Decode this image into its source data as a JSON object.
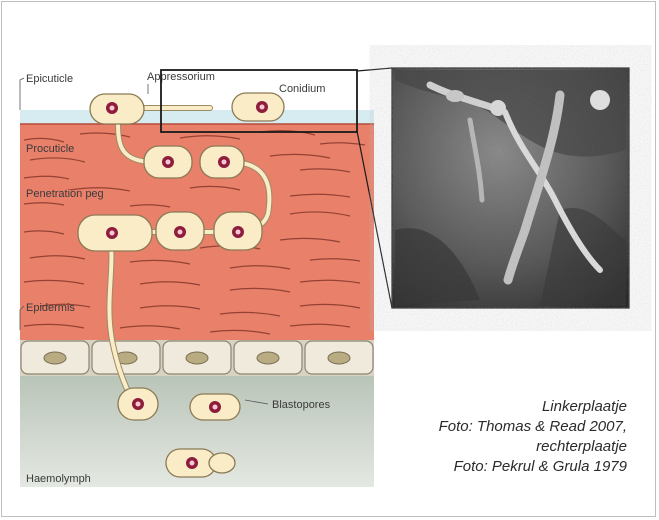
{
  "figure": {
    "labels": {
      "epicuticle": "Epicuticle",
      "appressorium": "Appressorium",
      "conidium": "Conidium",
      "procuticle": "Procuticle",
      "penetration_peg": "Penetration peg",
      "epidermis": "Epidermis",
      "blastopores": "Blastopores",
      "haemolymph": "Haemolymph"
    },
    "colors": {
      "epicuticle_band": "#d7ecf1",
      "procuticle": "#e8806a",
      "fibre_lines": "#7a2e22",
      "epidermis_cells": "#efeadc",
      "cell_nucleus": "#b9ab82",
      "haemolymph": "#cdd4c9",
      "fungal_cell": "#fbecc8",
      "fungal_nucleus": "#8e1d3c",
      "micrograph_bg": "#5a5a5a"
    }
  },
  "caption": {
    "line1": "Linkerplaatje",
    "line2": "Foto: Thomas & Read 2007,",
    "line3": "rechterplaatje",
    "line4": "Foto: Pekrul & Grula 1979"
  }
}
